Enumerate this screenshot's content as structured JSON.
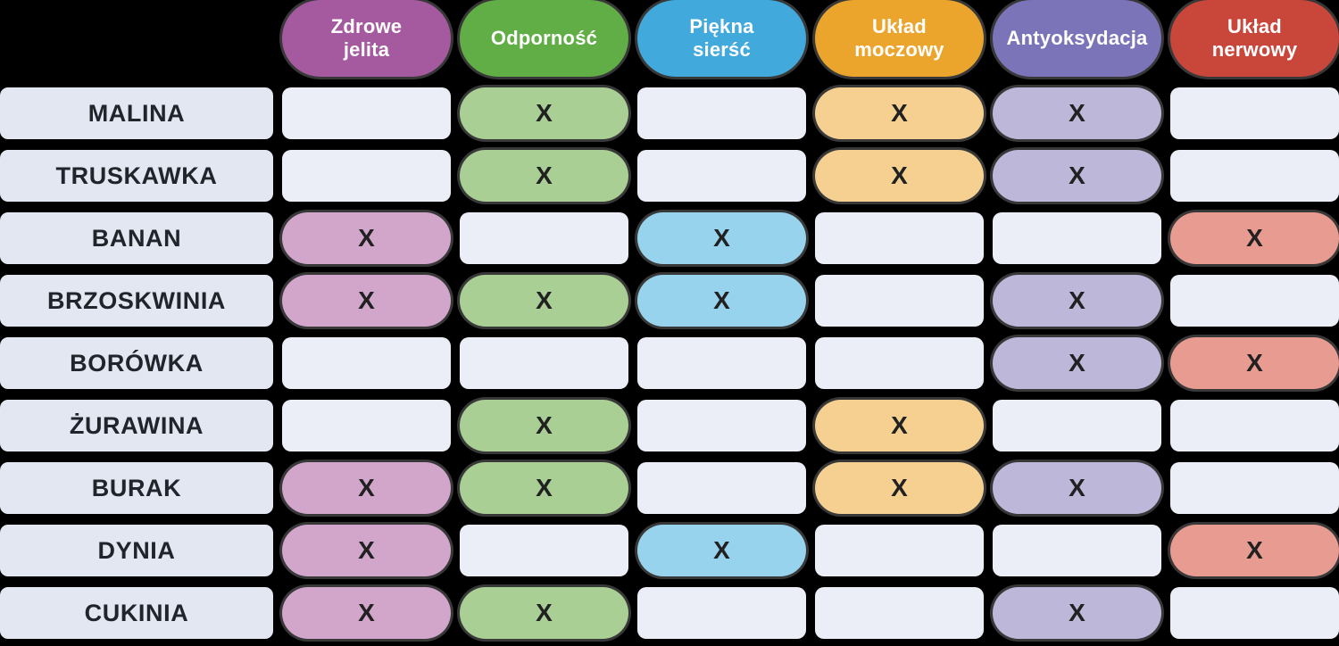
{
  "mark_symbol": "X",
  "colors": {
    "background": "#000000",
    "row_label_bg": "#e3e7f1",
    "empty_cell_bg": "#ebeef6",
    "label_text": "#20242b",
    "mark_text": "#212121",
    "header_text": "#ffffff",
    "pill_ring": "rgba(160,160,160,0.35)"
  },
  "columns": [
    {
      "id": "zdrowe-jelita",
      "label": "Zdrowe\njelita",
      "header_color": "#a55a9f",
      "cell_color": "#d2a6cb"
    },
    {
      "id": "odpornosc",
      "label": "Odporność",
      "header_color": "#61ae46",
      "cell_color": "#a9cf95"
    },
    {
      "id": "piekna-siersc",
      "label": "Piękna\nsierść",
      "header_color": "#42a9dc",
      "cell_color": "#98d3ee"
    },
    {
      "id": "uklad-moczowy",
      "label": "Układ\nmoczowy",
      "header_color": "#eba42c",
      "cell_color": "#f5d091"
    },
    {
      "id": "antyoksydacja",
      "label": "Antyoksydacja",
      "header_color": "#7b74b9",
      "cell_color": "#bdb7da"
    },
    {
      "id": "uklad-nerwowy",
      "label": "Układ\nnerwowy",
      "header_color": "#c9463b",
      "cell_color": "#e89b90"
    }
  ],
  "rows": [
    {
      "id": "malina",
      "label": "MALINA",
      "marks": [
        0,
        1,
        0,
        1,
        1,
        0
      ]
    },
    {
      "id": "truskawka",
      "label": "TRUSKAWKA",
      "marks": [
        0,
        1,
        0,
        1,
        1,
        0
      ]
    },
    {
      "id": "banan",
      "label": "BANAN",
      "marks": [
        1,
        0,
        1,
        0,
        0,
        1
      ]
    },
    {
      "id": "brzoskwinia",
      "label": "BRZOSKWINIA",
      "marks": [
        1,
        1,
        1,
        0,
        1,
        0
      ]
    },
    {
      "id": "borowka",
      "label": "BORÓWKA",
      "marks": [
        0,
        0,
        0,
        0,
        1,
        1
      ]
    },
    {
      "id": "zurawina",
      "label": "ŻURAWINA",
      "marks": [
        0,
        1,
        0,
        1,
        0,
        0
      ]
    },
    {
      "id": "burak",
      "label": "BURAK",
      "marks": [
        1,
        1,
        0,
        1,
        1,
        0
      ]
    },
    {
      "id": "dynia",
      "label": "DYNIA",
      "marks": [
        1,
        0,
        1,
        0,
        0,
        1
      ]
    },
    {
      "id": "cukinia",
      "label": "CUKINIA",
      "marks": [
        1,
        1,
        0,
        0,
        1,
        0
      ]
    }
  ],
  "chart_data": {
    "type": "table",
    "title": "",
    "columns": [
      "Zdrowe jelita",
      "Odporność",
      "Piękna sierść",
      "Układ moczowy",
      "Antyoksydacja",
      "Układ nerwowy"
    ],
    "rows": [
      "MALINA",
      "TRUSKAWKA",
      "BANAN",
      "BRZOSKWINIA",
      "BORÓWKA",
      "ŻURAWINA",
      "BURAK",
      "DYNIA",
      "CUKINIA"
    ],
    "matrix": [
      [
        0,
        1,
        0,
        1,
        1,
        0
      ],
      [
        0,
        1,
        0,
        1,
        1,
        0
      ],
      [
        1,
        0,
        1,
        0,
        0,
        1
      ],
      [
        1,
        1,
        1,
        0,
        1,
        0
      ],
      [
        0,
        0,
        0,
        0,
        1,
        1
      ],
      [
        0,
        1,
        0,
        1,
        0,
        0
      ],
      [
        1,
        1,
        0,
        1,
        1,
        0
      ],
      [
        1,
        0,
        1,
        0,
        0,
        1
      ],
      [
        1,
        1,
        0,
        0,
        1,
        0
      ]
    ]
  }
}
